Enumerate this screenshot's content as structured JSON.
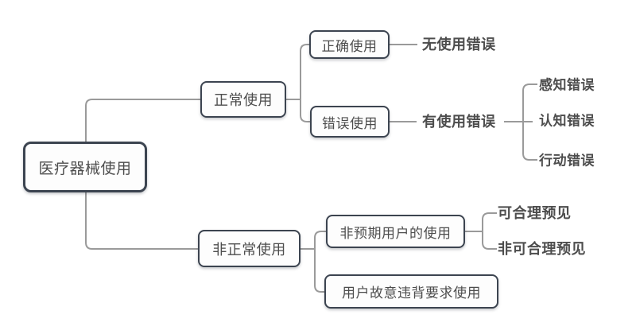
{
  "mindmap": {
    "tree": {
      "label": "医疗器械使用",
      "children": [
        {
          "label": "正常使用",
          "children": [
            {
              "label": "正确使用",
              "children": [
                {
                  "label": "无使用错误",
                  "children": []
                }
              ]
            },
            {
              "label": "错误使用",
              "children": [
                {
                  "label": "有使用错误",
                  "children": [
                    {
                      "label": "感知错误"
                    },
                    {
                      "label": "认知错误"
                    },
                    {
                      "label": "行动错误"
                    }
                  ]
                }
              ]
            }
          ]
        },
        {
          "label": "非正常使用",
          "children": [
            {
              "label": "非预期用户的使用",
              "children": [
                {
                  "label": "可合理预见"
                },
                {
                  "label": "非可合理预见"
                }
              ]
            },
            {
              "label": "用户故意违背要求使用",
              "children": []
            }
          ]
        }
      ]
    },
    "colors": {
      "node_border": "#3c4450",
      "node_fill": "#fdfdfd",
      "text": "#4d4d4d",
      "connector": "#9a9a9a",
      "background": "#ffffff"
    }
  }
}
